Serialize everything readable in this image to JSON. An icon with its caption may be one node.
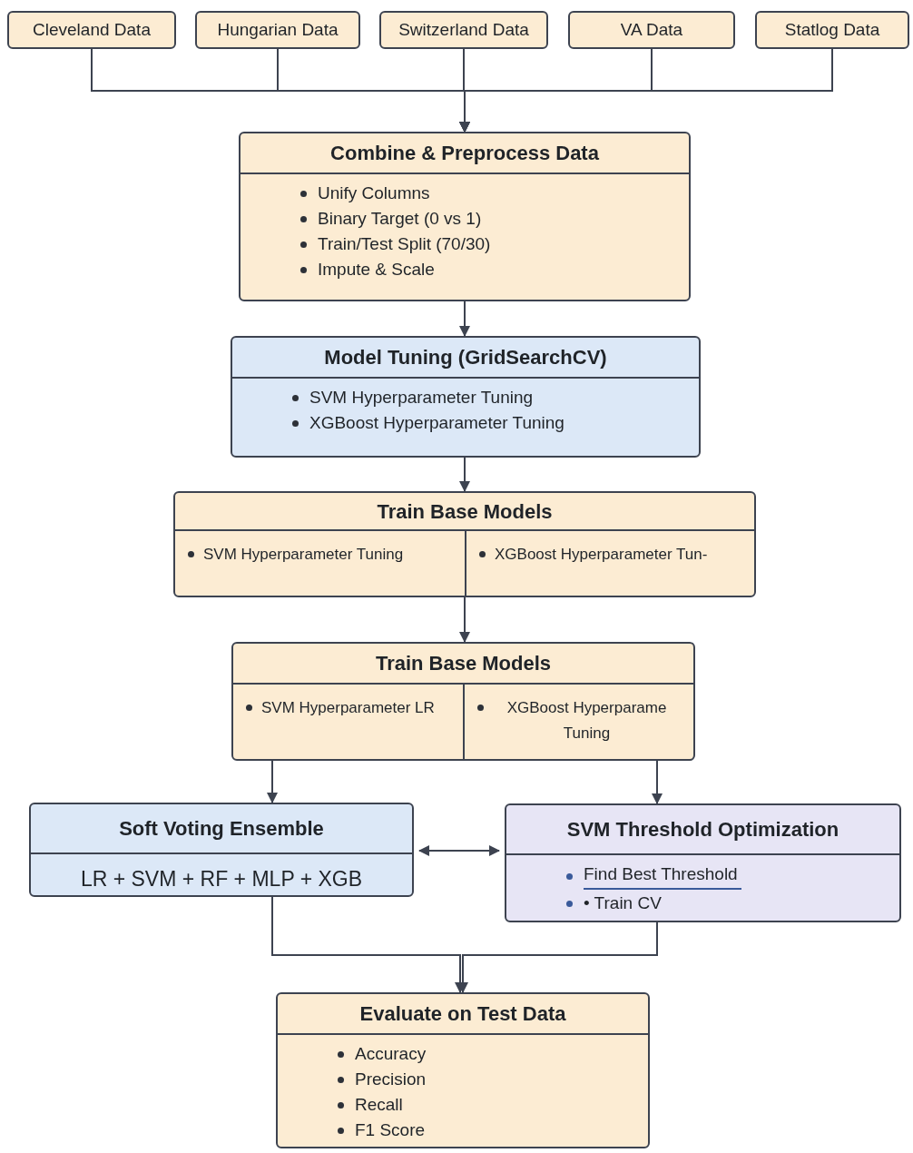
{
  "diagram": {
    "nodes": [
      {
        "text": [
          "Cleveland Data"
        ]
      },
      {
        "text": [
          "Hungarian Data"
        ]
      },
      {
        "text": [
          "Switzerland Data"
        ]
      },
      {
        "text": [
          "VA Data"
        ]
      },
      {
        "text": [
          "Statlog Data"
        ]
      },
      {
        "text": [
          "Combine & Preprocess Data",
          "Unify Columns",
          "Binary Target (0 vs 1)",
          "Train/Test Split (70/30)",
          "Impute & Scale"
        ]
      },
      {
        "text": [
          "Model Tuning (GridSearchCV)",
          "SVM Hyperparameter Tuning",
          "XGBoost Hyperparameter Tuning"
        ]
      },
      {
        "text": [
          "Train Base Models",
          "SVM Hyperparameter Tuning",
          "XGBoost Hyperparameter Tun-"
        ]
      },
      {
        "text": [
          "Train Base Models",
          "SVM Hyperparameter LR",
          "XGBoost Hyperparame Tuning"
        ]
      },
      {
        "text": [
          "Soft Voting Ensemble",
          "LR + SVM + RF + MLP + XGB"
        ]
      },
      {
        "text": [
          "SVM Threshold Optimization",
          "Find Best Threshold",
          "• Train CV"
        ]
      },
      {
        "text": [
          "Evaluate on Test Data",
          "Accuracy",
          "Precision",
          "Recall",
          "F1 Score"
        ]
      }
    ],
    "edges": [
      {
        "from": 0,
        "to": 5,
        "arrow": "to"
      },
      {
        "from": 1,
        "to": 5,
        "arrow": "to"
      },
      {
        "from": 2,
        "to": 5,
        "arrow": "to"
      },
      {
        "from": 3,
        "to": 5,
        "arrow": "to"
      },
      {
        "from": 4,
        "to": 5,
        "arrow": "to"
      },
      {
        "from": 5,
        "to": 6,
        "arrow": "to"
      },
      {
        "from": 6,
        "to": 7,
        "arrow": "to"
      },
      {
        "from": 7,
        "to": 8,
        "arrow": "to"
      },
      {
        "from": 8,
        "to": 9,
        "arrow": "to"
      },
      {
        "from": 8,
        "to": 10,
        "arrow": "to"
      },
      {
        "from": 9,
        "to": 10,
        "arrow": "both"
      },
      {
        "from": 9,
        "to": 11,
        "arrow": "to"
      },
      {
        "from": 10,
        "to": 11,
        "arrow": "to"
      }
    ]
  }
}
